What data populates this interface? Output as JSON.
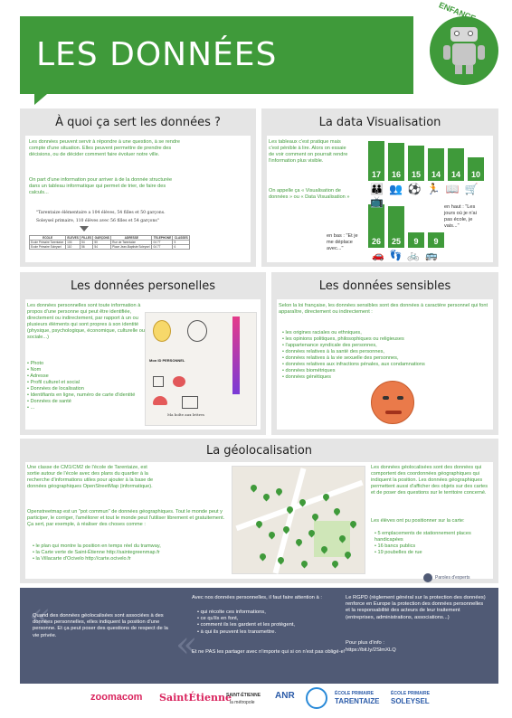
{
  "header": {
    "title": "LES DONNÉES",
    "badge": "ENFANCE"
  },
  "section1": {
    "title": "À quoi ça sert les données ?",
    "p1": "Les données peuvent servir à répondre à une question, à se rendre compte d'une situation. Elles peuvent permettre de prendre des décisions, ou de décider comment faire évoluer notre ville.",
    "p2": "On part d'une information pour arriver à de la donnée structurée dans un tableau informatique qui permet de trier, de faire des calculs...",
    "handwritten1": "\"Tarentaize élémentaire a 104 élèves, 54 filles et 50 garçons.",
    "handwritten2": "Soleysel primaire, 110 élèves avec 56 filles et 54 garçons\"",
    "table_headers": [
      "ECOLE",
      "ELEVES",
      "FILLES",
      "GARÇONS",
      "ADRESSE",
      "TELEPHONE",
      "CLASSES"
    ],
    "table_rows": [
      [
        "Ecole Primaire Tarentaize",
        "104",
        "54",
        "50",
        "Rue de Tarentaize",
        "04 77",
        "5"
      ],
      [
        "Ecole Primaire Soleysel",
        "110",
        "56",
        "54",
        "Place Jean-Baptiste Soleysel",
        "04 77",
        "6"
      ]
    ]
  },
  "section2": {
    "title": "La data Visualisation",
    "p1": "Les tableaux c'est pratique mais c'est pénible à lire. Alors on essaie de voir comment on pourrait rendre l'information plus visible.",
    "p2": "On appelle ça « Visualisation de données » ou « Data Visualisation »",
    "note_top": "en haut : \"Les jours où je n'ai pas école, je vais...\"",
    "note_bottom": "en bas : \"Et je me déplace avec...\"",
    "top_values": [
      "17",
      "16",
      "15",
      "14",
      "14",
      "10"
    ],
    "bottom_values": [
      "26",
      "25",
      "9",
      "9"
    ]
  },
  "section3": {
    "title": "Les données personelles",
    "intro": "Les données personnelles sont toute information à propos d'une personne qui peut être identifiée, directement ou indirectement, par rapport à un ou plusieurs éléments qui sont propres à son identité (physique, psychologique, économique, culturelle ou sociale...)",
    "list": [
      "Photo",
      "Nom",
      "Adresse",
      "Profil culturel et social",
      "Données de localisation",
      "Identifiants en ligne, numéro de carte d'identité",
      "Données de santé",
      "..."
    ],
    "drawing_caption1": "Mon ID PERSONNEL",
    "drawing_caption2": "Ma boîte aux lettres"
  },
  "section4": {
    "title": "Les données sensibles",
    "intro": "Selon la loi française, les données sensibles sont des données à caractère personnel qui font apparaître, directement ou indirectement :",
    "list": [
      "les origines raciales ou ethniques,",
      "les opinions politiques, philosophiques ou religieuses",
      "l'appartenance syndicale des personnes,",
      "données relatives à la santé des personnes,",
      "données relatives à la vie sexuelle des personnes,",
      "données relatives aux infractions pénales, aux condamnations",
      "données biométriques",
      "données génétiques"
    ]
  },
  "section5": {
    "title": "La géolocalisation",
    "p1": "Une classe de CM1/CM2 de l'école de Tarentaize, est sortie autour de l'école avec des plans du quartier à la recherche d'informations utiles pour ajouter à la base de données géographiques OpenStreetMap (informatique).",
    "p2": "Openstreetmap est un \"pot commun\" de données géographiques. Tout le monde peut y participer, le corriger, l'améliorer et tout le monde peut l'utiliser librement et gratuitement. Ça sert, par exemple, à réaliser des choses comme :",
    "links": [
      "le plan qui montre la position en temps réel du tramway,",
      "la Carte verte de Saint-Étienne http://saintegreenmap.fr",
      "la Villacarte d'Ocivelo http://carte.ocivelo.fr"
    ],
    "right_p1": "Les données géolocalisées sont des données qui comportent des coordonnées géographiques qui indiquent la position. Les données géographiques permettent aussi d'afficher des objets sur des cartes et de poser des questions sur le territoire concerné.",
    "right_p2": "Les élèves ont pu positionner sur la carte:",
    "right_list": [
      "5 emplacements de stationnement places handicapées",
      "16 bancs publics",
      "19 poubelles de rue"
    ]
  },
  "experts_label": "Paroles d'experts",
  "footer": {
    "col1": "Quand des données géolocalisées sont associées à des données personnelles, elles indiquent la position d'une personne. Et ça peut poser des questions de respect de la vie privée.",
    "col2a": "Avec nos données personnelles, il faut faire attention à :",
    "col2_list": [
      "qui récolte ces informations,",
      "ce qu'ils en font,",
      "comment ils les gardent et les protègent,",
      "à qui ils peuvent les transmettre."
    ],
    "col2b": "Et ne PAS les partager avec n'importe qui si on n'est pas obligé·e!",
    "col3a": "Le RGPD (règlement général sur la protection des données) renforce en Europe la protection des données personnelles et la responsabilité des acteurs de leur traitement (entreprises, administrations, associations...)",
    "col3b": "Pour plus d'info :",
    "col3_link": "https://bit.ly/2SlmXLQ"
  },
  "logos": {
    "zoomacom": "zoomacom",
    "saintetienne": "SaintÉtienne",
    "metropole_top": "SAINT-ÉTIENNE",
    "metropole_bottom": "la métropole",
    "anr": "ANR",
    "school1_top": "ÉCOLE PRIMAIRE",
    "school1_bottom": "TARENTAIZE",
    "school2_top": "ÉCOLE PRIMAIRE",
    "school2_bottom": "SOLEYSEL"
  },
  "colors": {
    "accent": "#3f9a3a",
    "band": "#505a75",
    "section_bg": "#e5e5e5"
  }
}
